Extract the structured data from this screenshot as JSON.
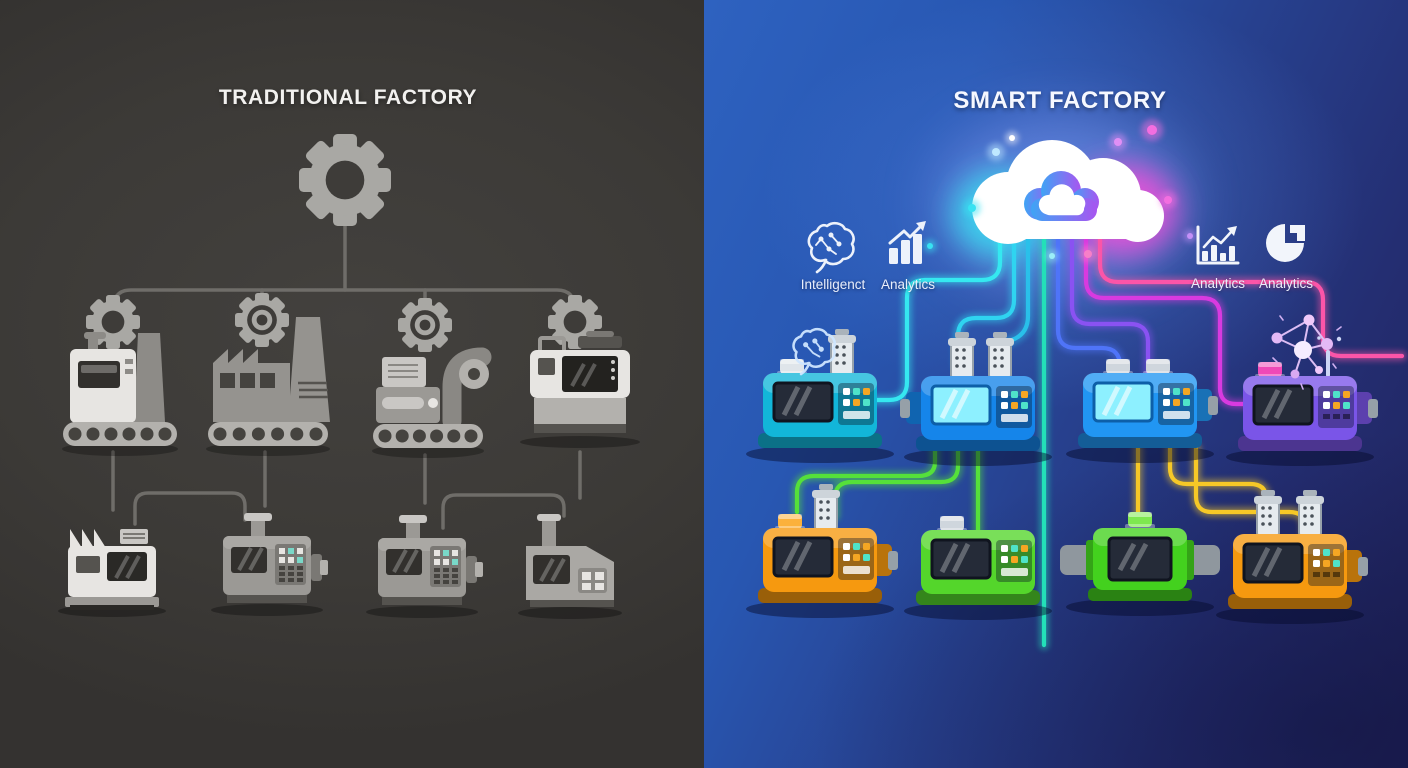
{
  "left_panel": {
    "title": "TRADITIONAL FACTORY",
    "background": "#3e3c39",
    "machine_color": "#a9a8a4",
    "connector_color": "#6f6d69",
    "gear_icons": [
      "gear-icon",
      "gear-icon",
      "gear-icon",
      "gear-icon",
      "gear-icon"
    ],
    "machines_row1": [
      "chimney-machine-on-conveyor",
      "factory-building-on-conveyor",
      "robotic-arm-on-conveyor",
      "cnc-milling-machine"
    ],
    "machines_row2": [
      "sawtooth-roof-machine",
      "control-panel-machine",
      "control-panel-machine",
      "sloped-top-machine"
    ]
  },
  "right_panel": {
    "title": "SMART FACTORY",
    "background_top": "#2e62c0",
    "background_bottom": "#1f2158",
    "cloud": {
      "icon": "cloud-icon",
      "glow_left": "#38e2f2",
      "glow_right": "#ef4fd8"
    },
    "feature_icons": [
      {
        "icon": "brain-icon",
        "label": "Intelligenct"
      },
      {
        "icon": "bar-chart-icon",
        "label": "Analytics"
      },
      {
        "icon": "trend-chart-icon",
        "label": "Analytics"
      },
      {
        "icon": "pie-chart-icon",
        "label": "Analytics"
      }
    ],
    "floating_icons": [
      "brain-circuit-icon",
      "network-nodes-icon"
    ],
    "machines_row1": [
      {
        "name": "smart-machine-teal",
        "color": "#12b6d9",
        "screen": "dark"
      },
      {
        "name": "smart-machine-blue",
        "color": "#1585ea",
        "screen": "cyan"
      },
      {
        "name": "smart-machine-blue2",
        "color": "#2196f3",
        "screen": "cyan"
      },
      {
        "name": "smart-machine-purple",
        "color": "#7a55e8",
        "screen": "dark"
      }
    ],
    "machines_row2": [
      {
        "name": "smart-machine-orange",
        "color": "#f6990f",
        "screen": "dark"
      },
      {
        "name": "smart-machine-green",
        "color": "#54d62b",
        "screen": "dark"
      },
      {
        "name": "smart-machine-green2",
        "color": "#43d11e",
        "screen": "dark"
      },
      {
        "name": "smart-machine-orange2",
        "color": "#f6990f",
        "screen": "dark"
      }
    ],
    "line_colors": {
      "cyan1": "#35e8f0",
      "cyan2": "#2fd4f0",
      "cyan3": "#29c0ea",
      "teal": "#23e0b8",
      "indigo": "#4f74f8",
      "purple": "#8a52f2",
      "magenta": "#d83ae0",
      "pink": "#fb55a8",
      "green": "#55e03a",
      "yellow": "#f6c827"
    }
  }
}
